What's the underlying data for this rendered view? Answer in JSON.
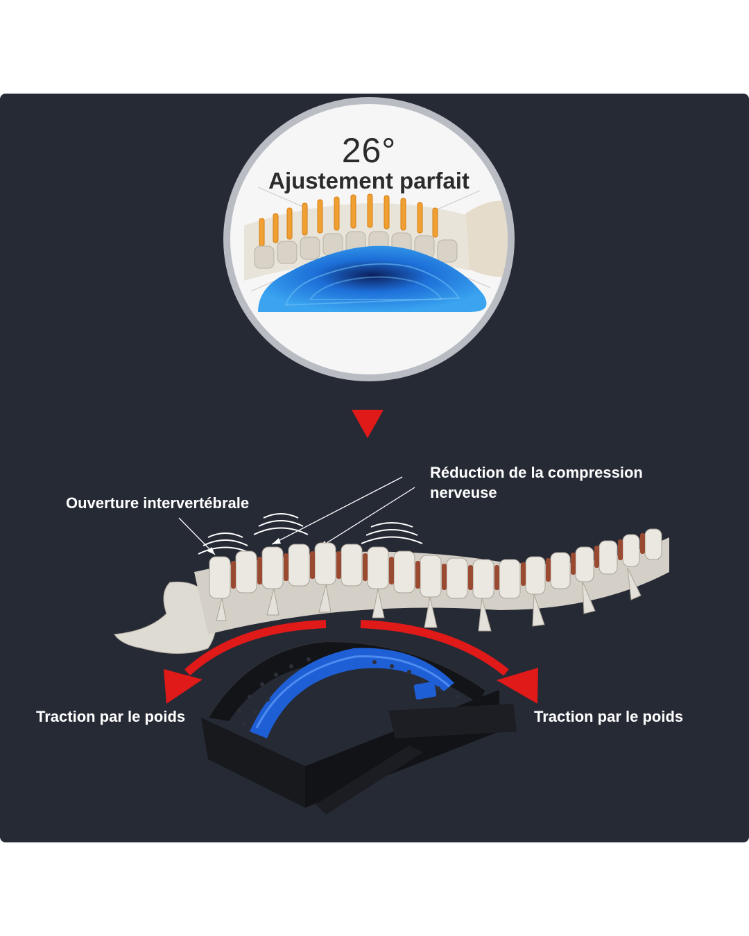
{
  "top_inset": {
    "angle": "26°",
    "title": "Ajustement parfait"
  },
  "labels": {
    "opening": "Ouverture intervertébrale",
    "compression": "Réduction de la compression nerveuse",
    "traction_left": "Traction par le poids",
    "traction_right": "Traction par le poids"
  },
  "colors": {
    "background": "#262a35",
    "arrow": "#e01919",
    "accent_blue": "#1f5fd6",
    "device": "#111317",
    "bone": "#e6e3dc",
    "disc": "#9b4a32"
  }
}
